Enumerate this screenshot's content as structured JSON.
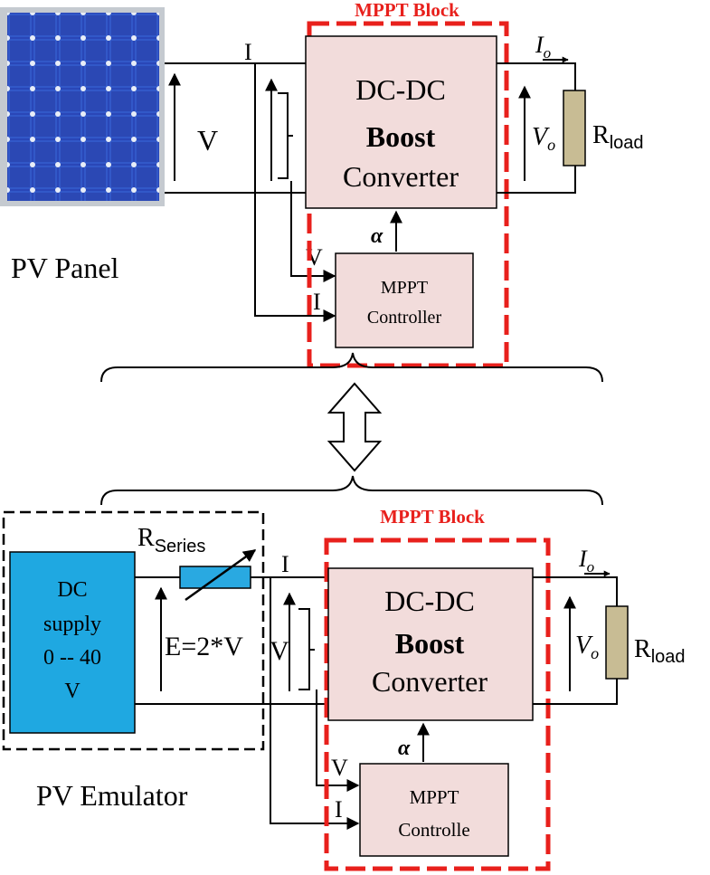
{
  "top": {
    "mppt_block_title": "MPPT Block",
    "converter": {
      "line1": "DC-DC",
      "line2": "Boost",
      "line3": "Converter"
    },
    "controller": {
      "line1": "MPPT",
      "line2": "Controller"
    },
    "panel_label": "PV Panel",
    "voltage_label": "V",
    "current_label": "I",
    "ctrl_v_label": "V",
    "ctrl_i_label": "I",
    "alpha": "α",
    "io": {
      "main": "I",
      "sub": "o"
    },
    "vo": {
      "main": "V",
      "sub": "o"
    },
    "rload": {
      "main": "R",
      "sub": "load"
    }
  },
  "bottom": {
    "mppt_block_title": "MPPT Block",
    "converter": {
      "line1": "DC-DC",
      "line2": "Boost",
      "line3": "Converter"
    },
    "controller": {
      "line1": "MPPT",
      "line2": "Controlle"
    },
    "emulator_label": "PV Emulator",
    "supply": {
      "line1": "DC",
      "line2": "supply",
      "line3": "0 -- 40",
      "line4": "V"
    },
    "rseries": {
      "main": "R",
      "sub": "Series"
    },
    "emf_label": "E=2*V",
    "voltage_label": "V",
    "current_label": "I",
    "ctrl_v_label": "V",
    "ctrl_i_label": "I",
    "alpha": "α",
    "io": {
      "main": "I",
      "sub": "o"
    },
    "vo": {
      "main": "V",
      "sub": "o"
    },
    "rload": {
      "main": "R",
      "sub": "load"
    }
  },
  "colors": {
    "mppt_red": "#e8201c",
    "block_fill": "#f2dcdb",
    "supply_fill": "#1fa8e1",
    "rseries_fill": "#29a9e1",
    "rload_fill": "#c8bc94",
    "panel_fill": "#2a47b8",
    "panel_frame": "#c5cad0"
  }
}
